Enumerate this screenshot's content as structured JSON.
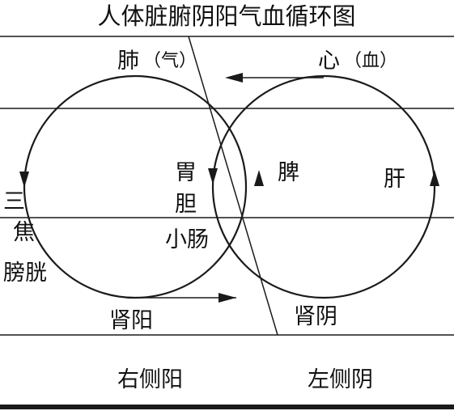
{
  "title": "人体脏腑阴阳气血循环图",
  "labels": {
    "lung": "肺",
    "lung_note": "（气）",
    "heart": "心",
    "heart_note": "（血）",
    "stomach": "胃",
    "gallbladder": "胆",
    "small_intestine": "小肠",
    "spleen": "脾",
    "liver": "肝",
    "san": "三",
    "jiao": "焦",
    "bladder": "膀胱",
    "kidney_yang": "肾阳",
    "kidney_yin": "肾阴",
    "right_yang": "右侧阳",
    "left_yin": "左侧阴"
  },
  "colors": {
    "line": "#1a1a1a",
    "text": "#111111",
    "background": "#ffffff"
  }
}
